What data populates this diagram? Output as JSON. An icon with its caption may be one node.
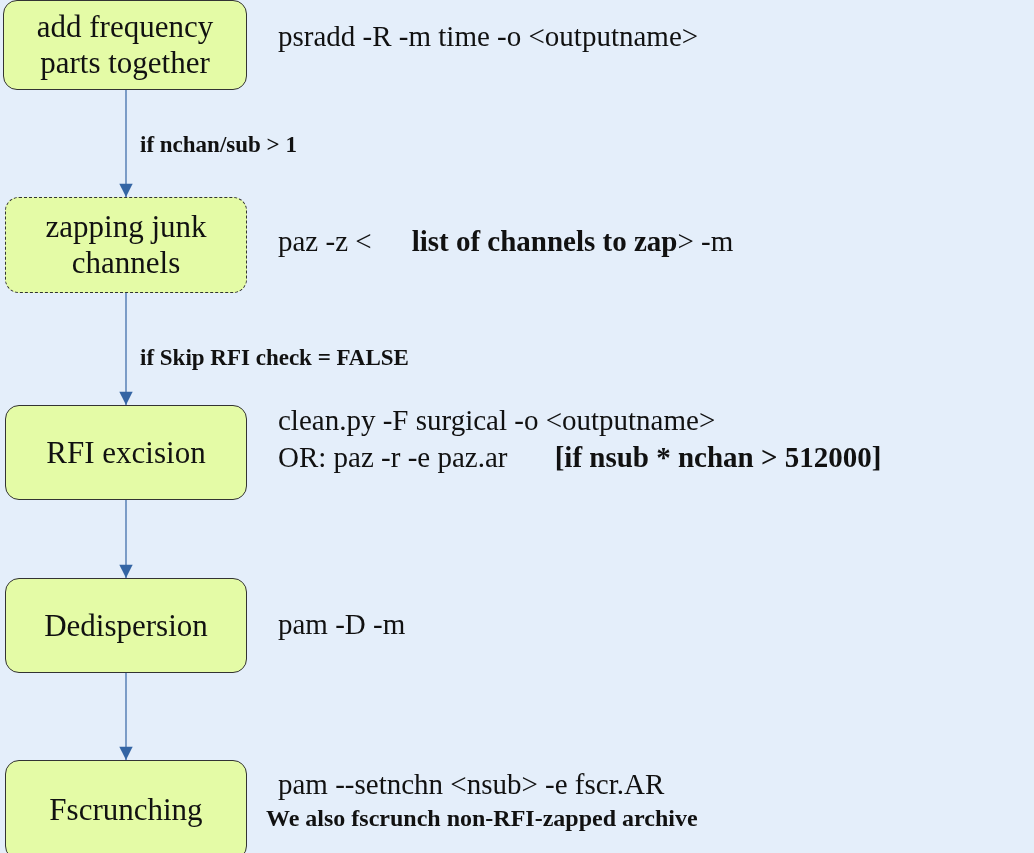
{
  "diagram": {
    "nodes": [
      {
        "text": [
          "add frequency parts together"
        ],
        "beside": [
          "psradd -R -m time -o <outputname>"
        ]
      },
      {
        "text": [
          "zapping junk channels"
        ],
        "beside": [
          "paz -z <**list of channels to zap**> -m"
        ]
      },
      {
        "text": [
          "RFI excision"
        ],
        "beside": [
          "clean.py -F surgical -o <outputname>",
          "OR: paz -r -e paz.ar **[if nsub * nchan > 512000]**"
        ]
      },
      {
        "text": [
          "Dedispersion"
        ],
        "beside": [
          "pam -D -m"
        ]
      },
      {
        "text": [
          "Fscrunching"
        ],
        "beside": [
          "pam --setnchn <nsub> -e fscr.AR",
          "We also fscrunch non-RFI-zapped archive"
        ]
      }
    ],
    "edges": [
      {
        "from": 0,
        "to": 1,
        "arrow": "to",
        "label": "if nchan/sub > 1"
      },
      {
        "from": 1,
        "to": 2,
        "arrow": "to",
        "label": "if Skip RFI check = FALSE"
      },
      {
        "from": 2,
        "to": 3,
        "arrow": "to"
      },
      {
        "from": 3,
        "to": 4,
        "arrow": "to"
      }
    ]
  }
}
